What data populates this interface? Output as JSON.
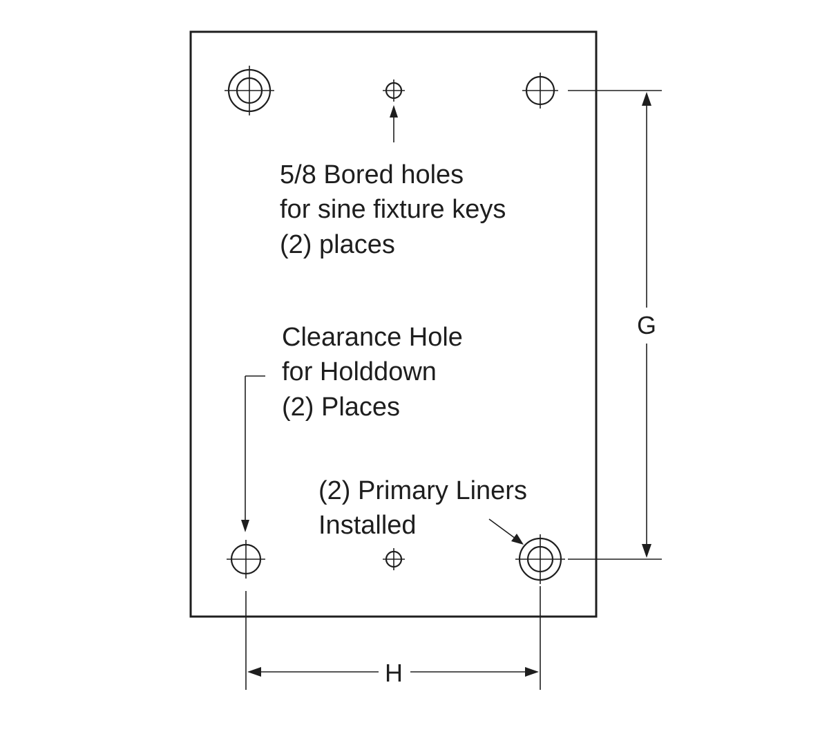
{
  "callouts": {
    "bored_holes": [
      "5/8 Bored holes",
      "for sine fixture keys",
      "(2) places"
    ],
    "clearance_hole": [
      "Clearance Hole",
      "for Holddown",
      "(2) Places"
    ],
    "primary_liners": [
      "(2) Primary Liners",
      "Installed"
    ]
  },
  "dimensions": {
    "vertical": "G",
    "horizontal": "H"
  }
}
